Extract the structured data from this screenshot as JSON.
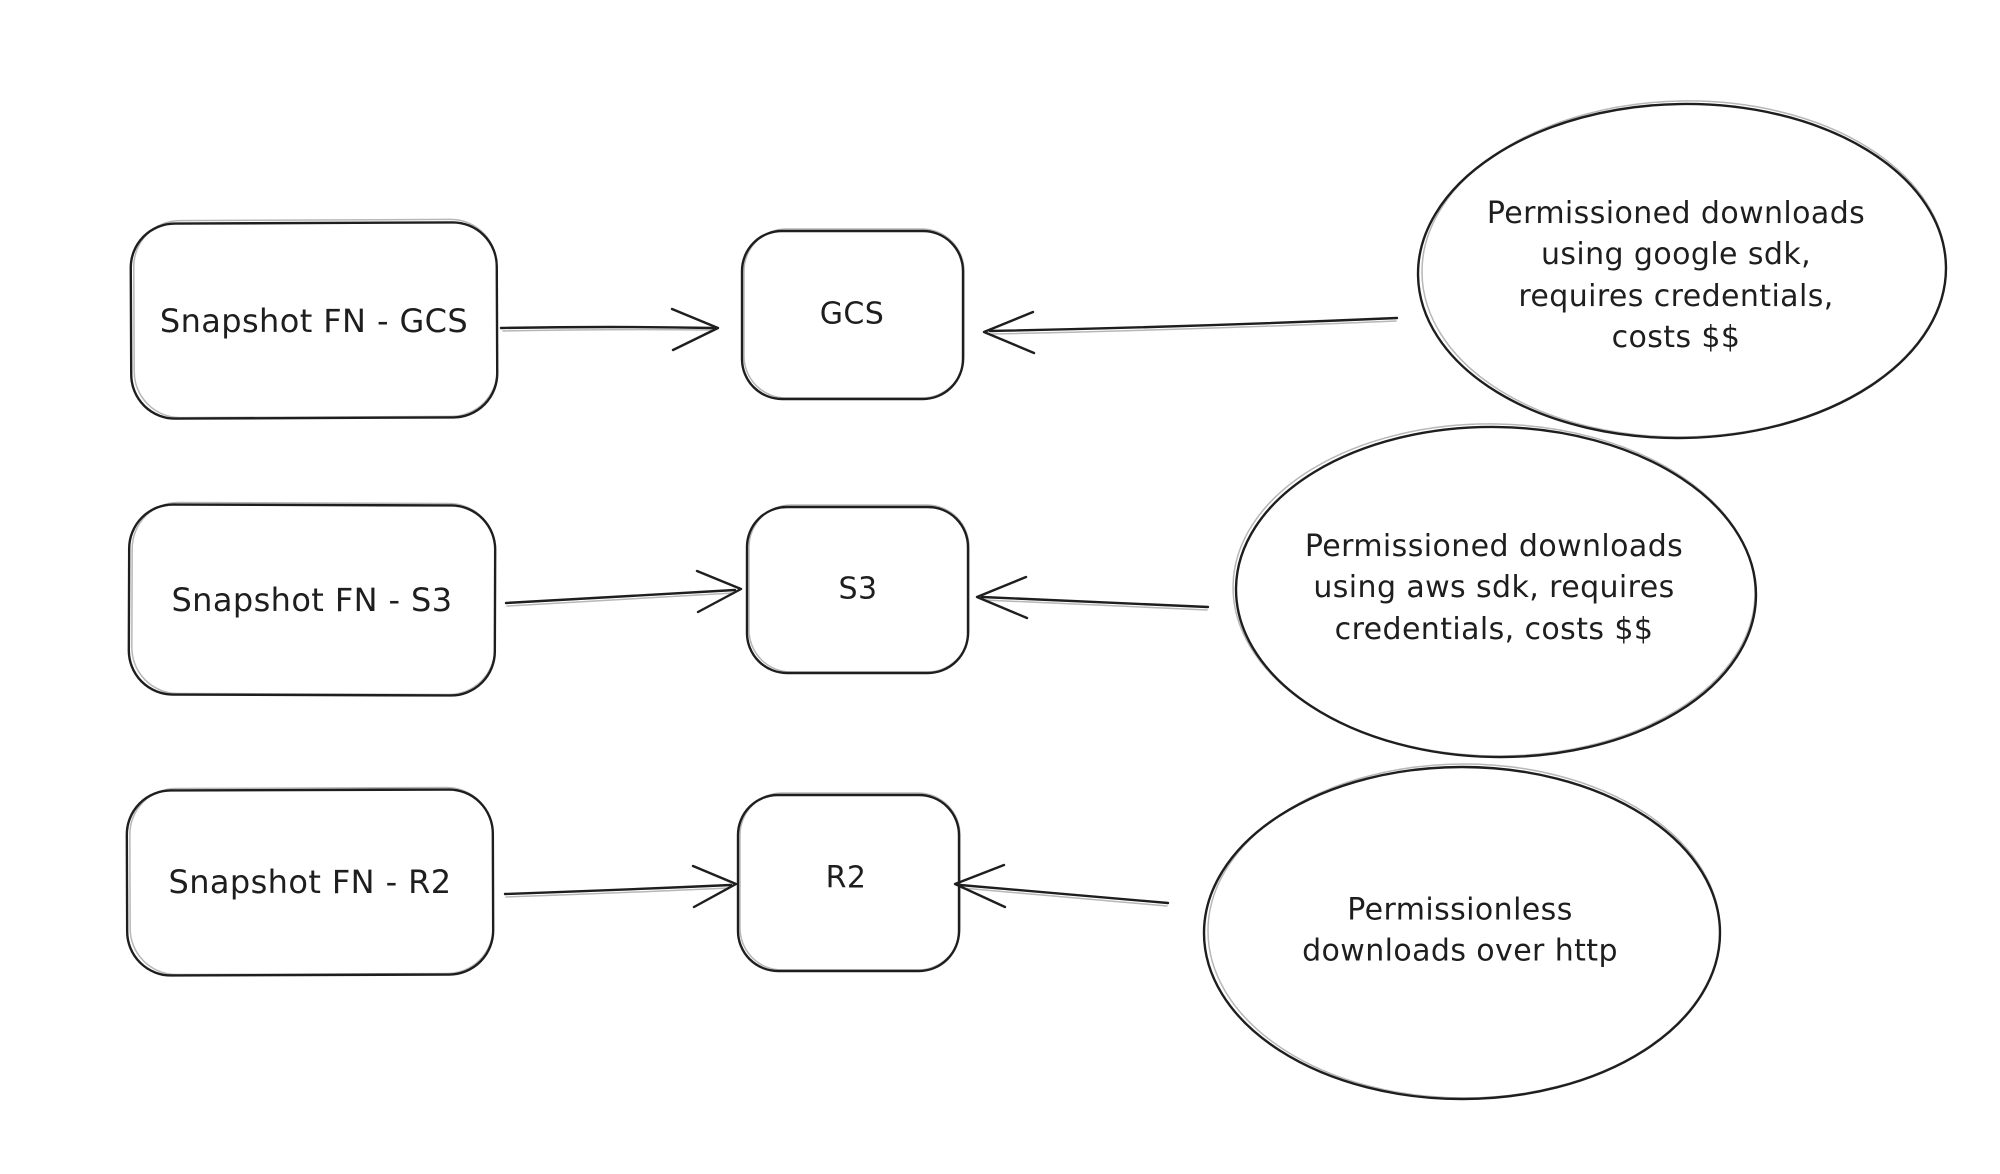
{
  "canvas": {
    "background_color": "#ffffff",
    "stroke_color": "#1e1e1e"
  },
  "rows": [
    {
      "source_label": "Snapshot FN - GCS",
      "target_label": "GCS",
      "note": "Permissioned downloads\nusing google sdk,\nrequires credentials,\ncosts $$"
    },
    {
      "source_label": "Snapshot FN - S3",
      "target_label": "S3",
      "note": "Permissioned downloads\nusing aws sdk, requires\ncredentials, costs $$"
    },
    {
      "source_label": "Snapshot FN - R2",
      "target_label": "R2",
      "note": "Permissionless\ndownloads over http"
    }
  ]
}
